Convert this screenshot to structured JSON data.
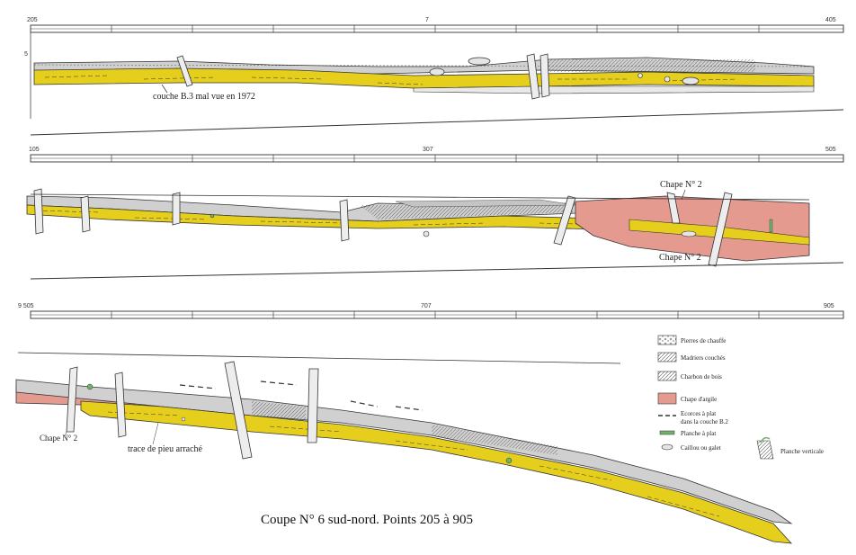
{
  "colors": {
    "sediment": "#e6cf1c",
    "clay": "#e59a90",
    "gravel": "#c9c9c9",
    "stake": "#ededed",
    "ink": "#333333",
    "wood_green": "#6fb36a"
  },
  "bands": [
    {
      "left": "205",
      "mid": "7",
      "right": "405"
    },
    {
      "left": "105",
      "mid": "307",
      "right": "505"
    },
    {
      "left": "9 505",
      "mid": "707",
      "right": "905"
    }
  ],
  "band1": {
    "depth_mark": "5",
    "note": "couche B.3 mal vue en 1972"
  },
  "band2": {
    "chape_upper": "Chape N° 2",
    "chape_lower": "Chape N° 2"
  },
  "band3": {
    "chape": "Chape N° 2",
    "trace": "trace de pieu arraché"
  },
  "legend": [
    {
      "icon": "stones-icon",
      "label": "Pierres de chauffe"
    },
    {
      "icon": "lying-planks-icon",
      "label": "Madriers couchés"
    },
    {
      "icon": "charcoal-icon",
      "label": "Charbon de bois"
    },
    {
      "icon": "clay-cap-icon",
      "label": "Chape d'argile"
    },
    {
      "icon": "bark-icon",
      "label": "Ecorces à plat",
      "label2": "dans la couche B.2"
    },
    {
      "icon": "flat-plank-icon",
      "label": "Planche à plat"
    },
    {
      "icon": "pebble-icon",
      "label": "Caillou ou galet"
    }
  ],
  "legend_vertical": {
    "icon": "vertical-plank-icon",
    "label": "Planche verticale"
  },
  "caption": "Coupe N° 6 sud-nord. Points 205 à 905"
}
